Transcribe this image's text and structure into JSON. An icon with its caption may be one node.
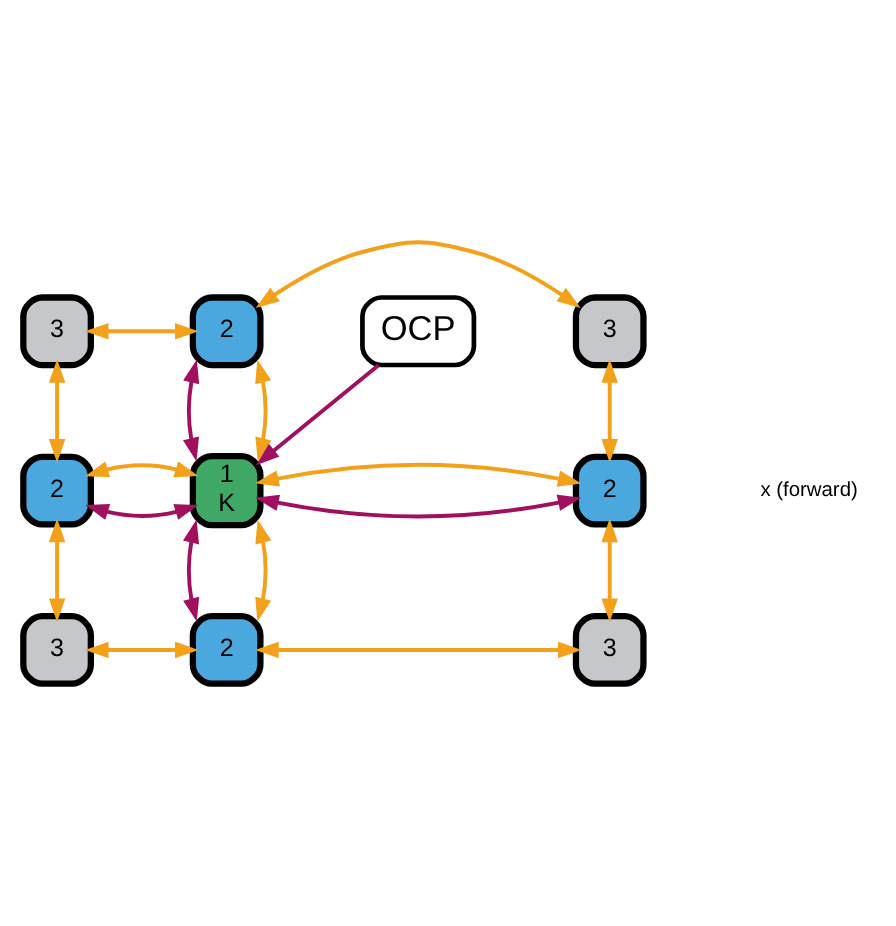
{
  "diagram": {
    "nodes": [
      {
        "text": [
          "3"
        ]
      },
      {
        "text": [
          "2"
        ]
      },
      {
        "text": [
          "3"
        ]
      },
      {
        "text": [
          "2"
        ]
      },
      {
        "text": [
          "1",
          "K"
        ]
      },
      {
        "text": [
          "2"
        ]
      },
      {
        "text": [
          "3"
        ]
      },
      {
        "text": [
          "2"
        ]
      },
      {
        "text": [
          "3"
        ]
      },
      {
        "text": [
          "OCP"
        ]
      }
    ],
    "edges": [
      {
        "from": 0,
        "to": 1,
        "arrow": "both"
      },
      {
        "from": 1,
        "to": 2,
        "arrow": "both"
      },
      {
        "from": 0,
        "to": 3,
        "arrow": "both"
      },
      {
        "from": 1,
        "to": 4,
        "arrow": "both",
        "color": "#a0105f"
      },
      {
        "from": 1,
        "to": 4,
        "arrow": "both"
      },
      {
        "from": 2,
        "to": 5,
        "arrow": "both"
      },
      {
        "from": 3,
        "to": 4,
        "arrow": "both",
        "color": "#a0105f"
      },
      {
        "from": 3,
        "to": 4,
        "arrow": "both"
      },
      {
        "from": 4,
        "to": 5,
        "arrow": "both",
        "color": "#a0105f"
      },
      {
        "from": 4,
        "to": 5,
        "arrow": "both"
      },
      {
        "from": 3,
        "to": 6,
        "arrow": "both"
      },
      {
        "from": 4,
        "to": 7,
        "arrow": "both",
        "color": "#a0105f"
      },
      {
        "from": 4,
        "to": 7,
        "arrow": "both"
      },
      {
        "from": 5,
        "to": 8,
        "arrow": "both"
      },
      {
        "from": 6,
        "to": 7,
        "arrow": "both"
      },
      {
        "from": 7,
        "to": 8,
        "arrow": "both"
      },
      {
        "from": 9,
        "to": 4,
        "arrow": "to",
        "color": "#a0105f"
      }
    ],
    "labels": [
      "x (forward)"
    ]
  }
}
